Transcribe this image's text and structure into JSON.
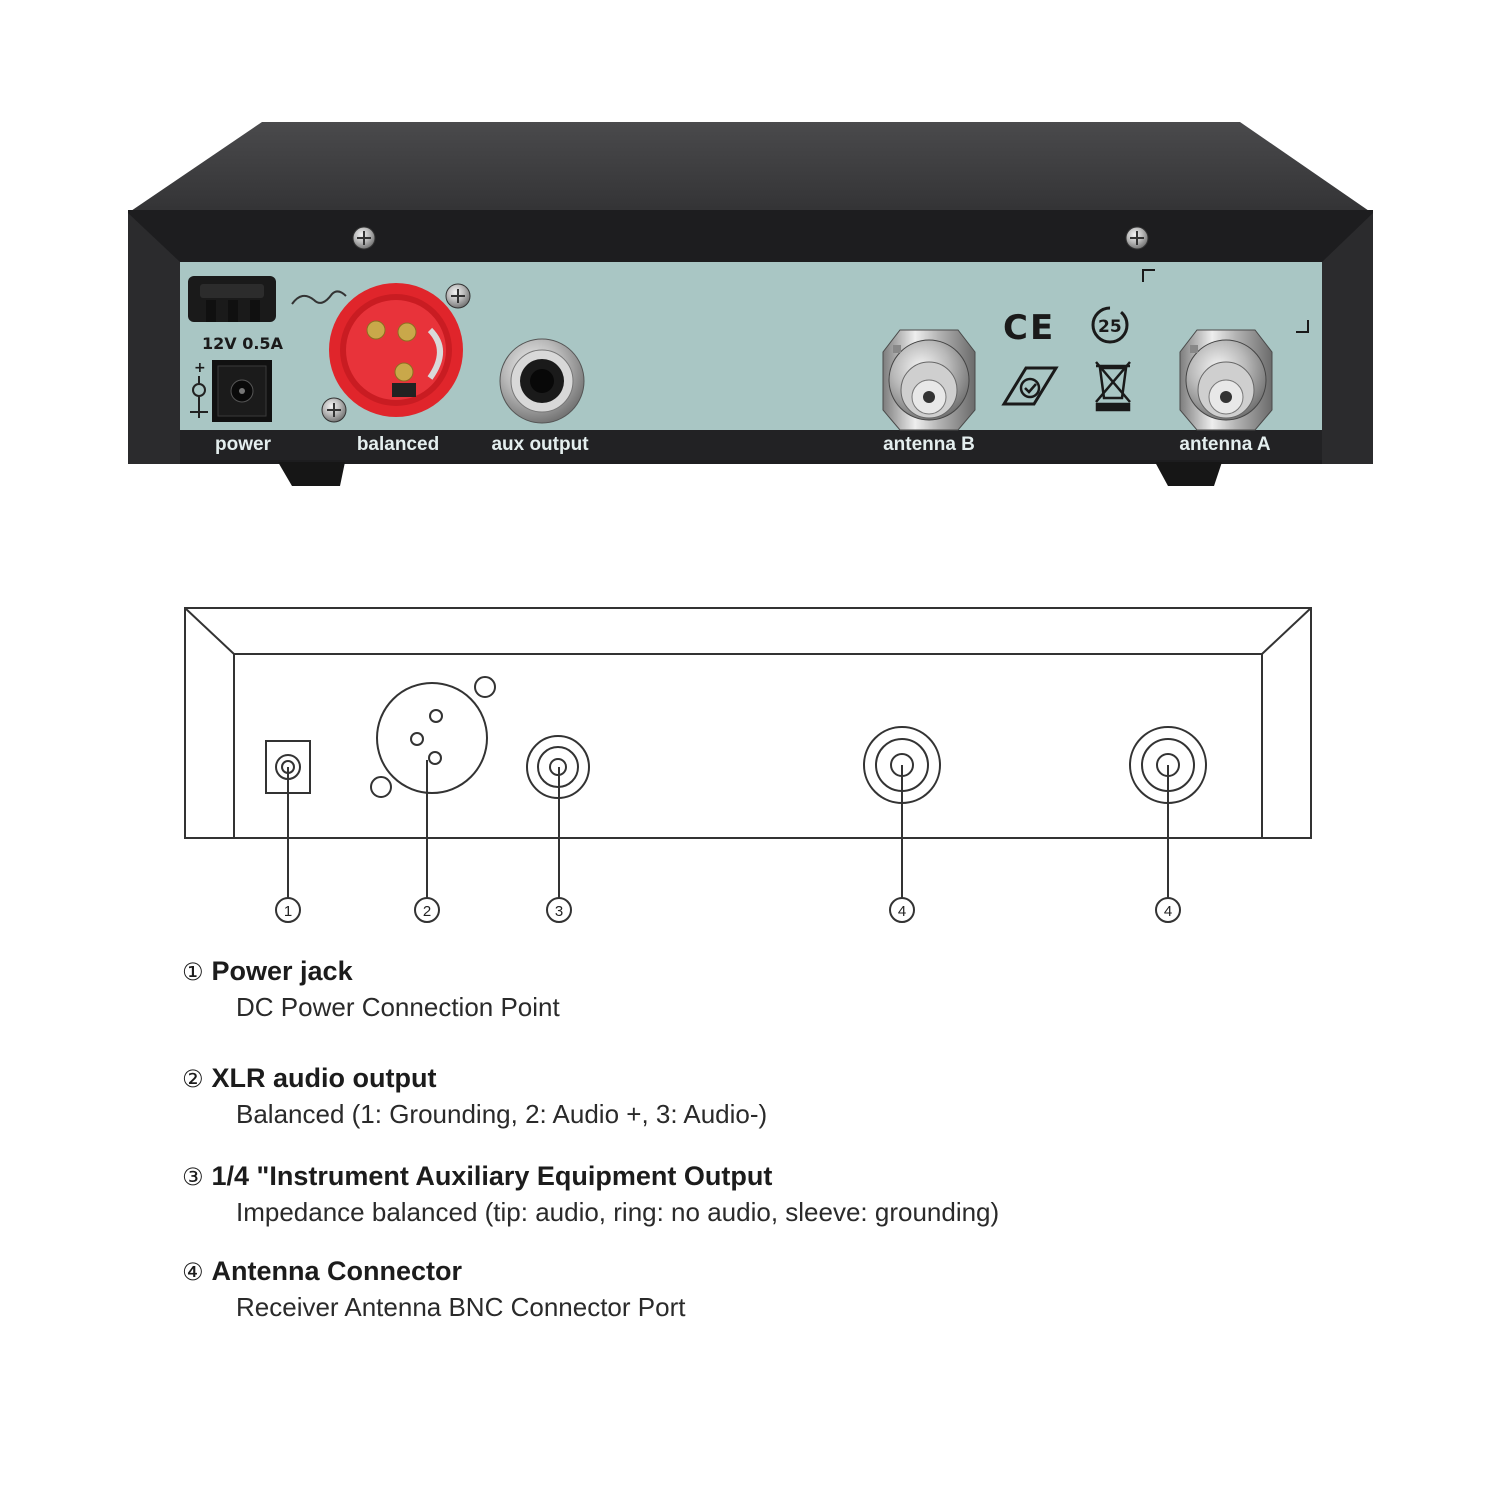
{
  "photo": {
    "panel_labels": {
      "power": "power",
      "balanced": "balanced",
      "aux_output": "aux output",
      "antenna_b": "antenna B",
      "antenna_a": "antenna A"
    },
    "power_rating": "12V 0.5A",
    "marks": {
      "ce": "CE",
      "rohs_years": "25"
    },
    "colors": {
      "xlr_red": "#e0252b",
      "panel": "#a9c6c4",
      "chassis": "#1c1c1e"
    }
  },
  "diagram": {
    "callouts": [
      "①",
      "②",
      "③",
      "④",
      "④"
    ]
  },
  "legend": [
    {
      "num": "①",
      "title": "Power jack",
      "desc": "DC Power Connection Point"
    },
    {
      "num": "②",
      "title": "XLR audio output",
      "desc": "Balanced (1: Grounding, 2: Audio +, 3: Audio-)"
    },
    {
      "num": "③",
      "title": "1/4 \"Instrument Auxiliary Equipment Output",
      "desc": "Impedance balanced (tip: audio, ring: no audio, sleeve: grounding)"
    },
    {
      "num": "④",
      "title": "Antenna Connector",
      "desc": "Receiver Antenna BNC Connector Port"
    }
  ]
}
